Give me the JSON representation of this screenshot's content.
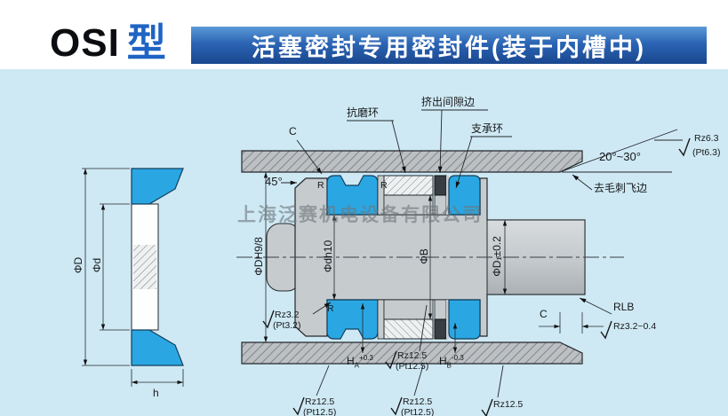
{
  "header": {
    "logo": {
      "osi": "OSI",
      "type_char": "型"
    },
    "title": "活塞密封专用密封件(装于内槽中)"
  },
  "watermark": "上海泛赛机电设备有限公司",
  "colors": {
    "background": "#cfe9f4",
    "title_bar_top": "#5a9ad8",
    "title_bar_bottom": "#1a478f",
    "seal_blue": "#2aa7e3",
    "metal_gray": "#c6cbce",
    "logo_type_blue": "#1f64c4"
  },
  "callouts": {
    "wear_ring": "抗磨环",
    "extrusion_gap": "挤出间隙边",
    "support_ring": "支承环",
    "deburr_edge": "去毛刺飞边",
    "chamfer_angle": "20°~30°",
    "lead_in_angle": "45°",
    "rlb": "RLB",
    "c": "C",
    "r": "R"
  },
  "dimensions": {
    "phi_D": "ΦD",
    "phi_d": "Φd",
    "h": "h",
    "bore_dia": "ΦDH9/8",
    "groove_dia": "Φdh10",
    "phi_B": "ΦB",
    "rod_dia": "ΦD₁±0.2",
    "h_a": {
      "base": "H",
      "sub": "A",
      "sup": "+0.3"
    },
    "h_b": {
      "base": "H",
      "sub": "B",
      "sup": "-0.3"
    }
  },
  "roughness": {
    "rz63": {
      "l1": "Rz6.3",
      "l2": "(Pt6.3)"
    },
    "rz32": {
      "l1": "Rz3.2",
      "l2": "(Pt3.2)"
    },
    "rz125": {
      "l1": "Rz12.5",
      "l2": "(Pt12.5)"
    },
    "rz_range": "Rz3.2~0.4"
  }
}
